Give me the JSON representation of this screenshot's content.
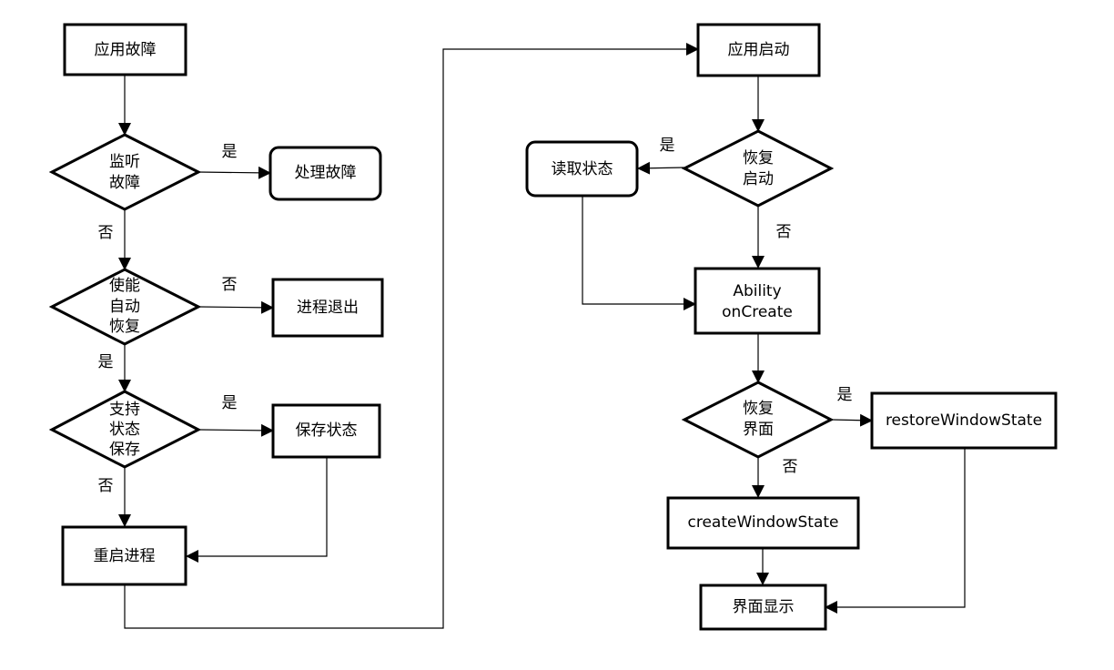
{
  "nodes": {
    "app_fault": "应用故障",
    "monitor_fault": [
      "监听",
      "故障"
    ],
    "handle_fault": "处理故障",
    "enable_auto_recovery": [
      "使能",
      "自动",
      "恢复"
    ],
    "process_exit": "进程退出",
    "support_state_save": [
      "支持",
      "状态",
      "保存"
    ],
    "save_state": "保存状态",
    "restart_process": "重启进程",
    "app_start": "应用启动",
    "restore_start": [
      "恢复",
      "启动"
    ],
    "read_state": "读取状态",
    "ability_oncreate": [
      "Ability",
      "onCreate"
    ],
    "restore_ui": [
      "恢复",
      "界面"
    ],
    "restore_window_state": "restoreWindowState",
    "create_window_state": "createWindowState",
    "ui_display": "界面显示"
  },
  "edge_labels": {
    "monitor_yes": "是",
    "monitor_no": "否",
    "enable_no": "否",
    "enable_yes": "是",
    "support_yes": "是",
    "support_no": "否",
    "restore_start_yes": "是",
    "restore_start_no": "否",
    "restore_ui_yes": "是",
    "restore_ui_no": "否"
  }
}
